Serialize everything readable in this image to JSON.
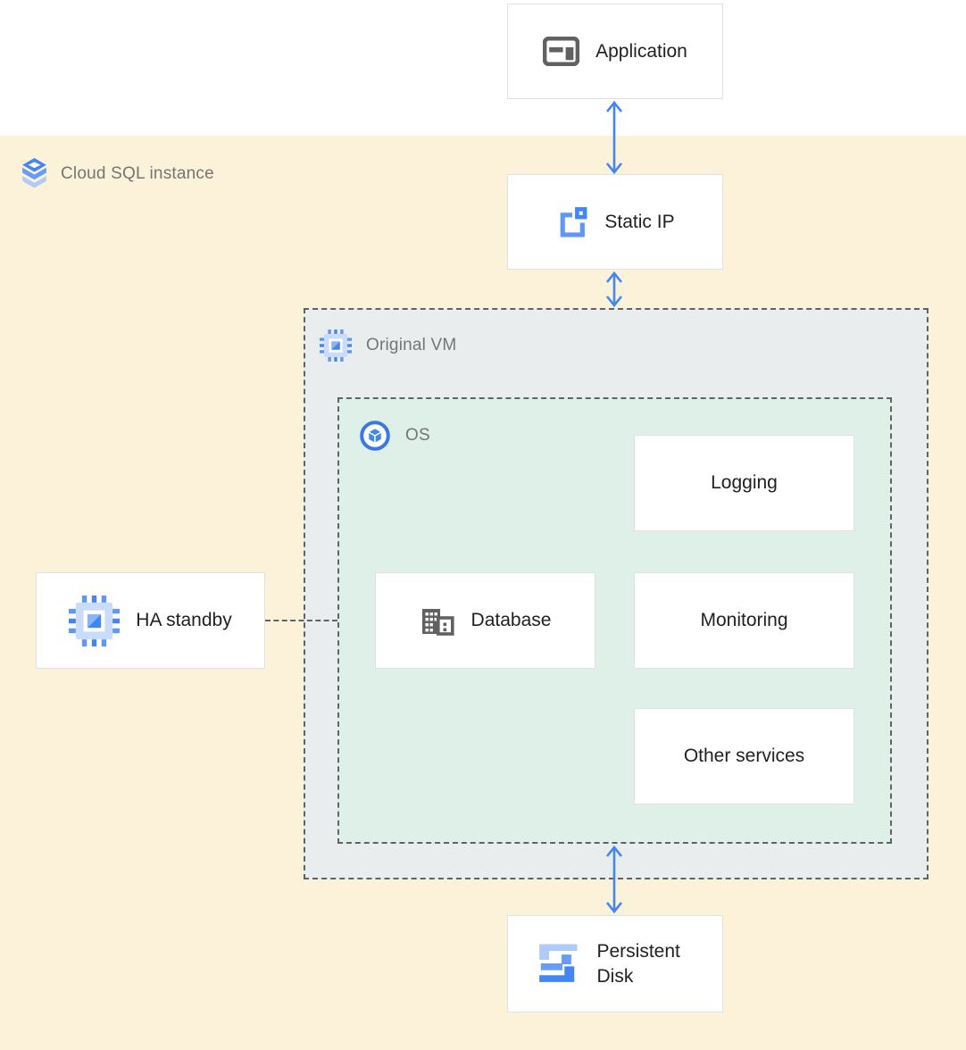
{
  "diagram": {
    "zones": {
      "cloud_sql": {
        "label": "Cloud SQL instance",
        "icon": "cloud-sql-icon",
        "bg": "#FCF2DA"
      },
      "original_vm": {
        "label": "Original VM",
        "icon": "compute-engine-icon",
        "bg": "#EAEDED"
      },
      "os": {
        "label": "OS",
        "icon": "os-image-icon",
        "bg": "#DFF0E8"
      }
    },
    "nodes": {
      "application": {
        "label": "Application",
        "icon": "application-window-icon"
      },
      "static_ip": {
        "label": "Static IP",
        "icon": "static-ip-icon"
      },
      "logging": {
        "label": "Logging"
      },
      "database": {
        "label": "Database",
        "icon": "database-building-icon"
      },
      "monitoring": {
        "label": "Monitoring"
      },
      "other_services": {
        "label": "Other services"
      },
      "ha_standby": {
        "label": "HA standby",
        "icon": "compute-engine-icon"
      },
      "persistent_disk": {
        "label": "Persistent Disk",
        "icon": "persistent-disk-icon"
      }
    },
    "edges": [
      {
        "from": "Application",
        "to": "Static IP",
        "type": "bidirectional-arrow"
      },
      {
        "from": "Static IP",
        "to": "Original VM",
        "type": "bidirectional-arrow"
      },
      {
        "from": "OS",
        "to": "Persistent Disk",
        "type": "bidirectional-arrow"
      },
      {
        "from": "HA standby",
        "to": "Original VM",
        "type": "dashed-line"
      }
    ],
    "colors": {
      "arrow": "#4285F4",
      "zone_label": "#757575",
      "node_label": "#212121",
      "node_border": "#DEE1E5",
      "dashed_border": "#5F6368",
      "cloud_sql_zone_bg": "#FCF2DA",
      "vm_zone_bg": "#EAEDED",
      "os_zone_bg": "#DFF0E8"
    }
  }
}
